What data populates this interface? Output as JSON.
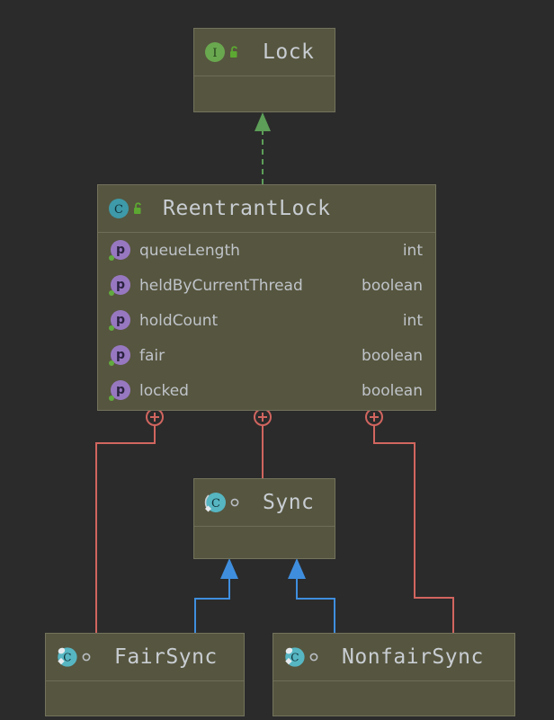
{
  "diagram": {
    "type": "uml-class-diagram",
    "background_color": "#2b2b2b",
    "node_fill": "#56553f",
    "node_border": "#73725c",
    "text_color": "#c8cdd2"
  },
  "nodes": {
    "lock": {
      "title": "Lock",
      "stereotype_icon": "interface-icon",
      "stereotype_letter": "I",
      "stereotype_color": "#6aa84f",
      "modifier_icon": "unlock-icon",
      "modifier_color": "#5ca832",
      "members": []
    },
    "reentrantLock": {
      "title": "ReentrantLock",
      "stereotype_icon": "class-icon",
      "stereotype_letter": "C",
      "stereotype_color": "#3e9aa8",
      "modifier_icon": "unlock-icon",
      "modifier_color": "#5ca832",
      "members": [
        {
          "icon": "property-icon",
          "letter": "p",
          "name": "queueLength",
          "type": "int"
        },
        {
          "icon": "property-icon",
          "letter": "p",
          "name": "heldByCurrentThread",
          "type": "boolean"
        },
        {
          "icon": "property-icon",
          "letter": "p",
          "name": "holdCount",
          "type": "int"
        },
        {
          "icon": "property-icon",
          "letter": "p",
          "name": "fair",
          "type": "boolean"
        },
        {
          "icon": "property-icon",
          "letter": "p",
          "name": "locked",
          "type": "boolean"
        }
      ]
    },
    "sync": {
      "title": "Sync",
      "stereotype_icon": "abstract-class-icon",
      "stereotype_letter": "C",
      "stereotype_color": "#56b6c2",
      "modifier_icon": "package-private-icon",
      "members": []
    },
    "fairSync": {
      "title": "FairSync",
      "stereotype_icon": "final-class-icon",
      "stereotype_letter": "C",
      "stereotype_color": "#56b6c2",
      "modifier_icon": "package-private-icon",
      "members": []
    },
    "nonfairSync": {
      "title": "NonfairSync",
      "stereotype_icon": "final-class-icon",
      "stereotype_letter": "C",
      "stereotype_color": "#56b6c2",
      "modifier_icon": "package-private-icon",
      "members": []
    }
  },
  "edges": [
    {
      "name": "realization-reentrantlock-to-lock",
      "kind": "realization",
      "style": "dashed",
      "color": "#5d9e58",
      "from": "reentrantLock",
      "to": "lock"
    },
    {
      "name": "inner-class-reentrantlock-to-fairsync",
      "kind": "inner-class",
      "style": "solid",
      "color": "#d1655f",
      "marker": "circle-plus",
      "from": "reentrantLock",
      "to": "fairSync"
    },
    {
      "name": "inner-class-reentrantlock-to-sync",
      "kind": "inner-class",
      "style": "solid",
      "color": "#d1655f",
      "marker": "circle-plus",
      "from": "reentrantLock",
      "to": "sync"
    },
    {
      "name": "inner-class-reentrantlock-to-nonfairsync",
      "kind": "inner-class",
      "style": "solid",
      "color": "#d1655f",
      "marker": "circle-plus",
      "from": "reentrantLock",
      "to": "nonfairSync"
    },
    {
      "name": "generalization-fairsync-to-sync",
      "kind": "generalization",
      "style": "solid",
      "color": "#3f8ede",
      "from": "fairSync",
      "to": "sync"
    },
    {
      "name": "generalization-nonfairsync-to-sync",
      "kind": "generalization",
      "style": "solid",
      "color": "#3f8ede",
      "from": "nonfairSync",
      "to": "sync"
    }
  ]
}
